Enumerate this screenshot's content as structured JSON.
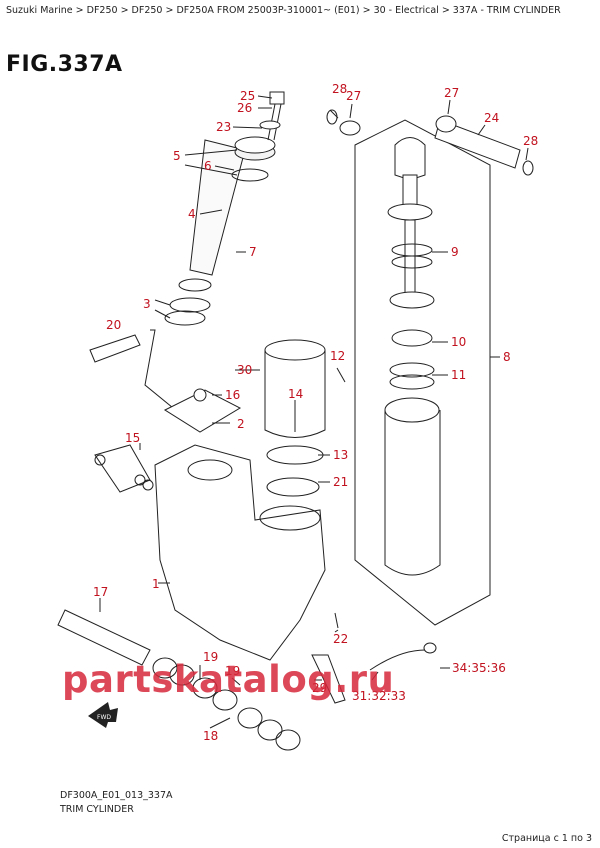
{
  "breadcrumb": "Suzuki Marine > DF250 > DF250 > DF250A FROM 25003P-310001~ (E01) > 30 - Electrical > 337A - TRIM CYLINDER",
  "figure_title": "FIG.337A",
  "watermark": "partskatalog.ru",
  "footer": {
    "code": "DF300A_E01_013_337A",
    "name": "TRIM CYLINDER"
  },
  "pager": "Страница с 1 по 3",
  "callouts": {
    "c1": "1",
    "c2": "2",
    "c3": "3",
    "c4": "4",
    "c5": "5",
    "c6": "6",
    "c7": "7",
    "c8": "8",
    "c9": "9",
    "c10": "10",
    "c11": "11",
    "c12": "12",
    "c13": "13",
    "c14": "14",
    "c15": "15",
    "c16": "16",
    "c17": "17",
    "c18": "18",
    "c19a": "19",
    "c19b": "19",
    "c20": "20",
    "c21": "21",
    "c22": "22",
    "c23": "23",
    "c24": "24",
    "c25": "25",
    "c26": "26",
    "c27a": "27",
    "c27b": "27",
    "c28a": "28",
    "c28b": "28",
    "c29": "29",
    "c30": "30",
    "c31": "31:32:33",
    "c34": "34:35:36"
  },
  "fwd_label": "FWD",
  "label_color": "#c1121f",
  "watermark_color": "#d62839"
}
